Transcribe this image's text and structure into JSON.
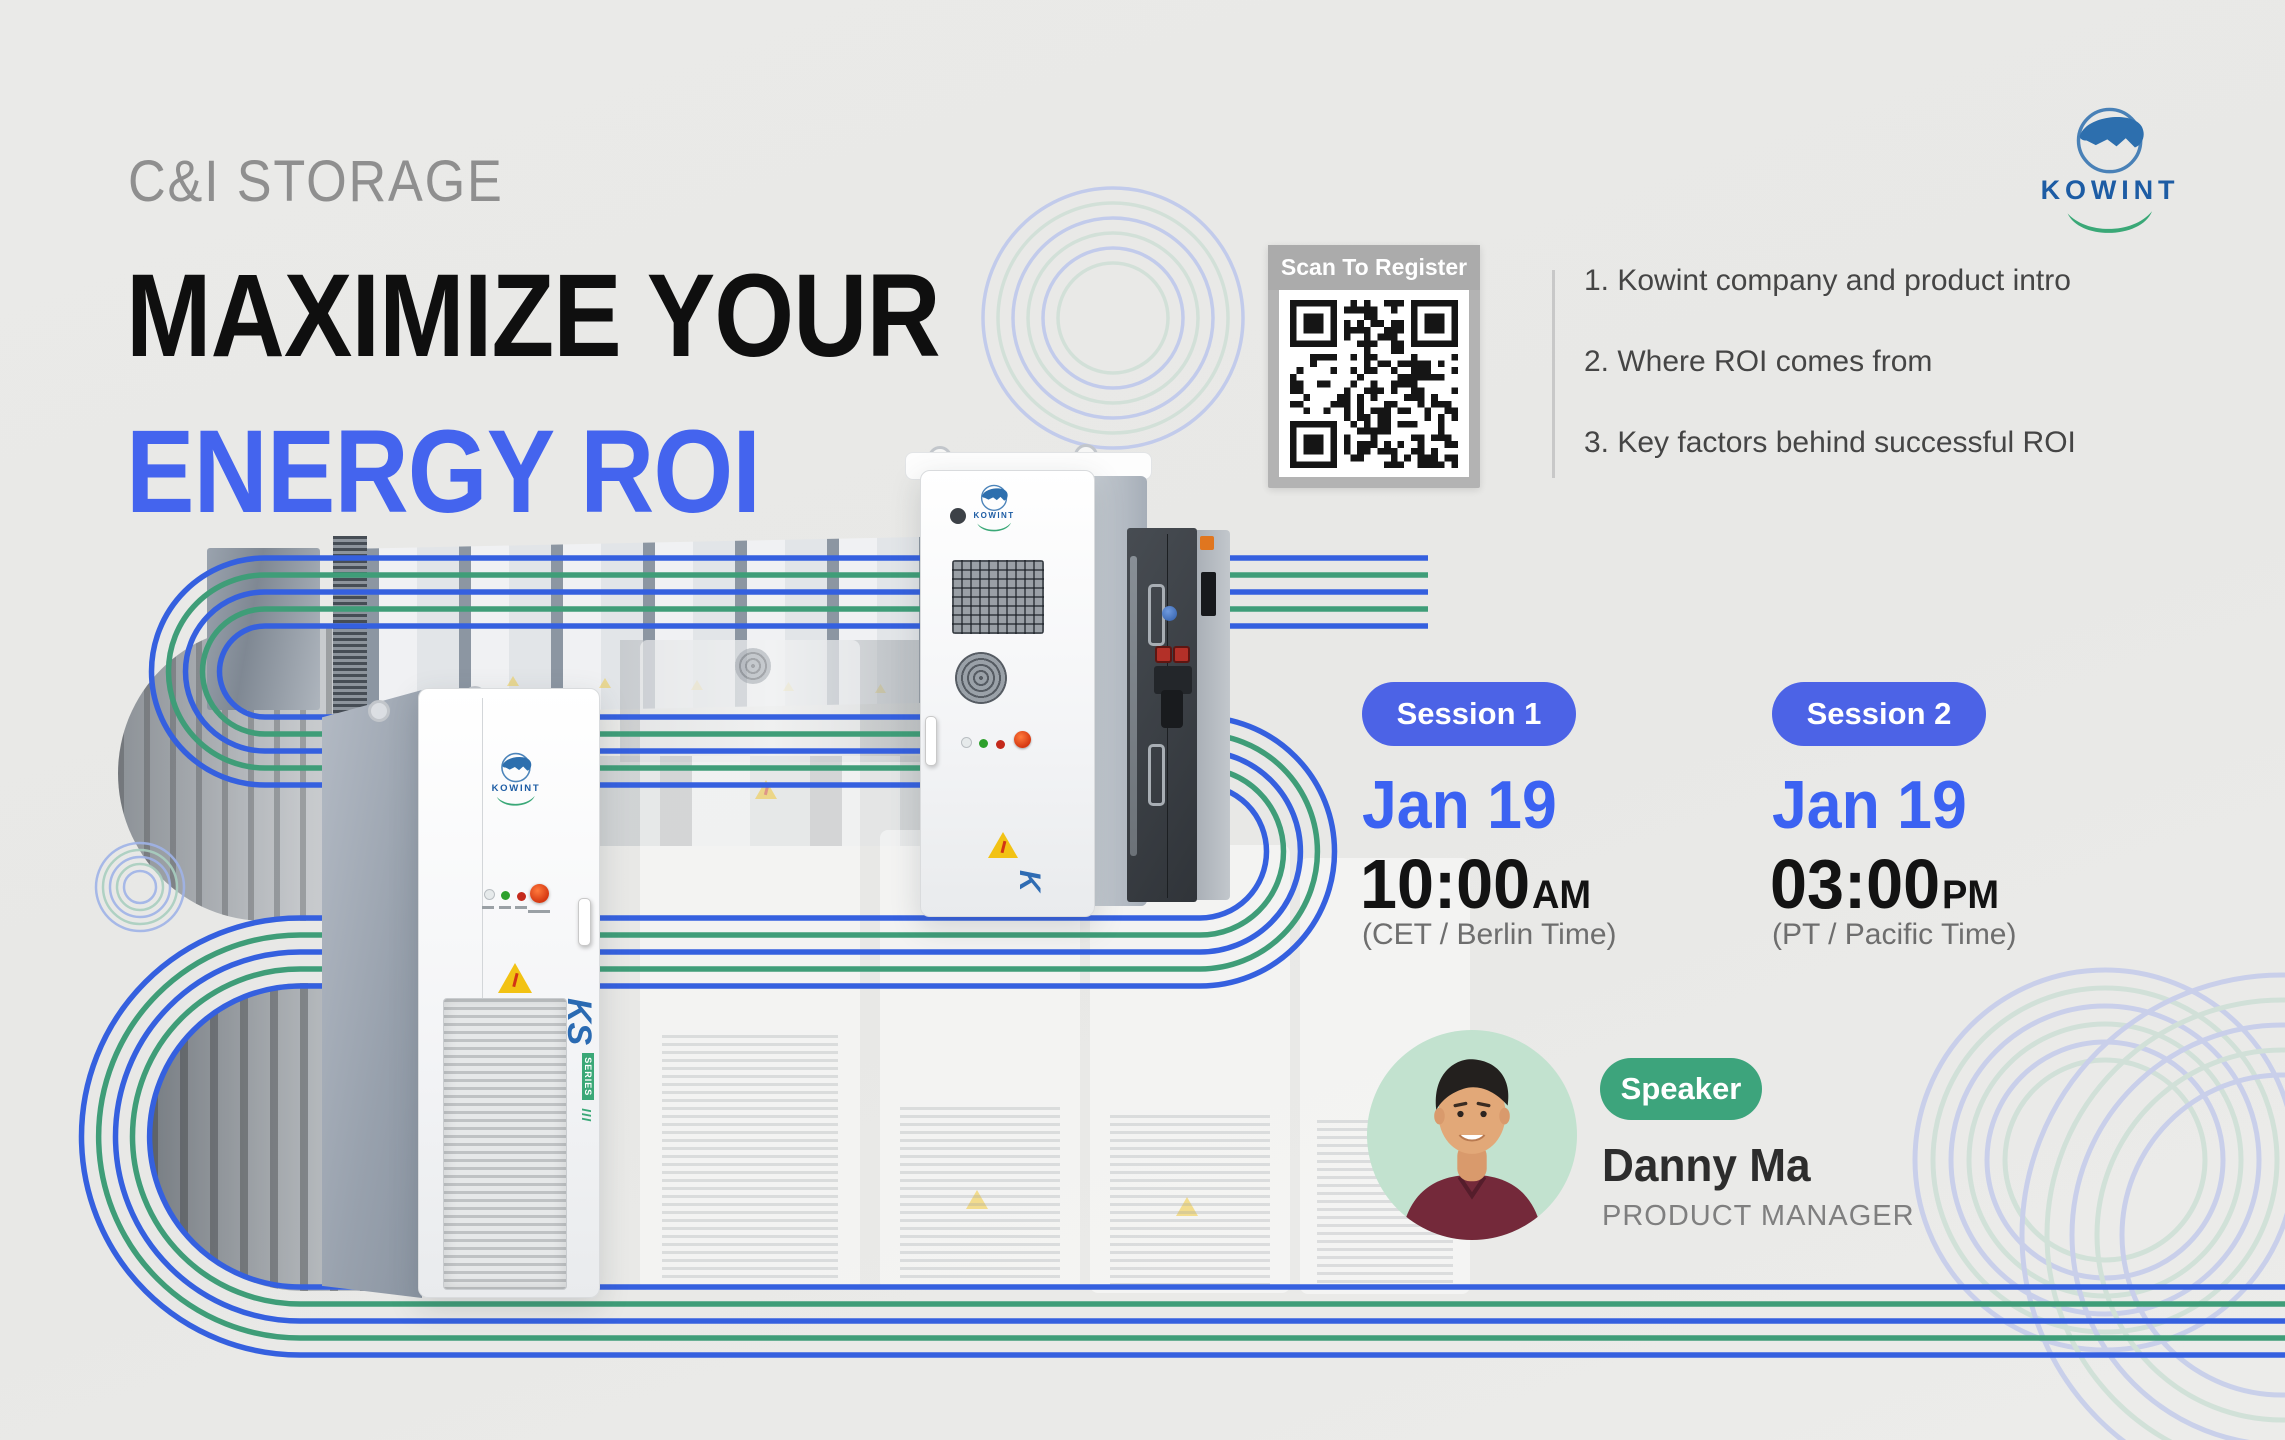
{
  "brand": {
    "name": "KOWINT"
  },
  "headline": {
    "kicker": "C&I STORAGE",
    "line1": "MAXIMIZE YOUR",
    "line2": "ENERGY ROI"
  },
  "qr": {
    "label": "Scan To Register"
  },
  "agenda": {
    "items": [
      {
        "text": "1. Kowint company and product intro"
      },
      {
        "text": "2. Where ROI comes from"
      },
      {
        "text": "3. Key factors behind successful ROI"
      }
    ]
  },
  "sessions": [
    {
      "badge": "Session 1",
      "date": "Jan 19",
      "time": "10:00",
      "meridiem": "AM",
      "timezone": "(CET / Berlin Time)"
    },
    {
      "badge": "Session 2",
      "date": "Jan 19",
      "time": "03:00",
      "meridiem": "PM",
      "timezone": "(PT / Pacific Time)"
    }
  ],
  "speaker": {
    "badge": "Speaker",
    "name": "Danny Ma",
    "title": "PRODUCT MANAGER"
  },
  "product": {
    "series": "KS",
    "series_sub": "SERIES",
    "series_mark": "III",
    "side_mark": "K"
  },
  "colors": {
    "accent_blue": "#4464ee",
    "pill_blue": "#4c63e6",
    "badge_green": "#3da47c",
    "ribbon_blue": "#3560df",
    "ribbon_green": "#3f9d78",
    "logo_blue": "#1d5ca4",
    "logo_green": "#3aa877"
  }
}
